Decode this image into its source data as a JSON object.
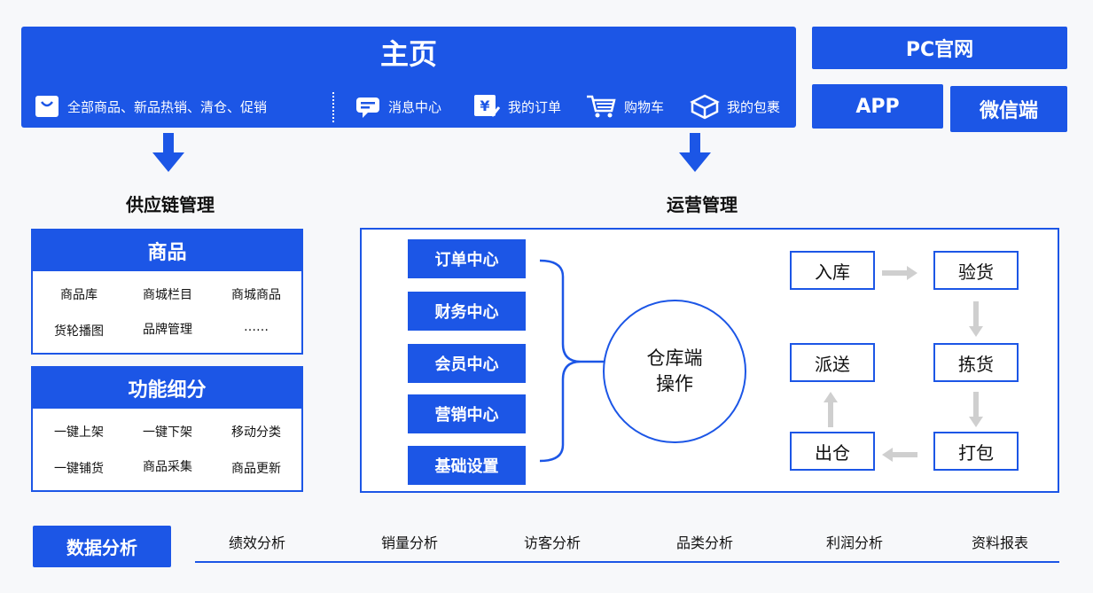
{
  "header": {
    "title": "主页",
    "nav_left": "全部商品、新品热销、清仓、促销",
    "nav_items": [
      "消息中心",
      "我的订单",
      "购物车",
      "我的包裹"
    ]
  },
  "side_buttons": [
    "PC官网",
    "APP",
    "微信端"
  ],
  "supply_chain": {
    "title": "供应链管理",
    "products": {
      "heading": "商品",
      "items": [
        "商品库",
        "商城栏目",
        "商城商品",
        "货轮播图",
        "品牌管理",
        "……"
      ]
    },
    "functions": {
      "heading": "功能细分",
      "items": [
        "一键上架",
        "一键下架",
        "移动分类",
        "一键铺货",
        "商品采集",
        "商品更新"
      ]
    }
  },
  "operations": {
    "title": "运营管理",
    "centers": [
      "订单中心",
      "财务中心",
      "会员中心",
      "营销中心",
      "基础设置"
    ],
    "warehouse_line1": "仓库端",
    "warehouse_line2": "操作",
    "flow": [
      "入库",
      "验货",
      "拣货",
      "打包",
      "出仓",
      "派送"
    ]
  },
  "data_analysis": {
    "label": "数据分析",
    "items": [
      "绩效分析",
      "销量分析",
      "访客分析",
      "品类分析",
      "利润分析",
      "资料报表"
    ]
  },
  "colors": {
    "primary": "#1c56e6",
    "arrow_gray": "#cfcfcf"
  }
}
